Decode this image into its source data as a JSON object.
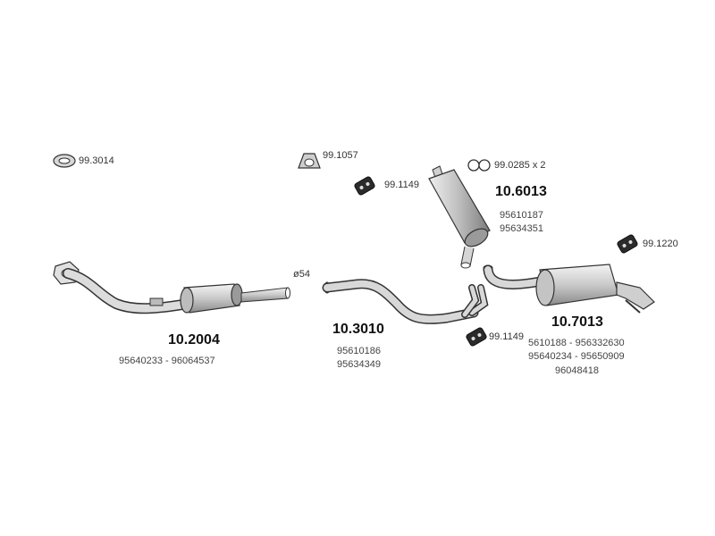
{
  "parts": {
    "p1": {
      "code": "10.2004",
      "refs": [
        "95640233 - 96064537"
      ]
    },
    "p2": {
      "code": "10.3010",
      "refs": [
        "95610186",
        "95634349"
      ]
    },
    "p3": {
      "code": "10.6013",
      "refs": [
        "95610187",
        "95634351"
      ]
    },
    "p4": {
      "code": "10.7013",
      "refs": [
        "5610188 - 956332630",
        "95640234 - 95650909",
        "96048418"
      ]
    }
  },
  "accessories": {
    "a1": "99.3014",
    "a2": "99.1057",
    "a3": "99.0285 x 2",
    "a4": "99.1149",
    "a5": "99.1220",
    "a6": "99.1149"
  },
  "annotations": {
    "diameter": "ø54"
  }
}
